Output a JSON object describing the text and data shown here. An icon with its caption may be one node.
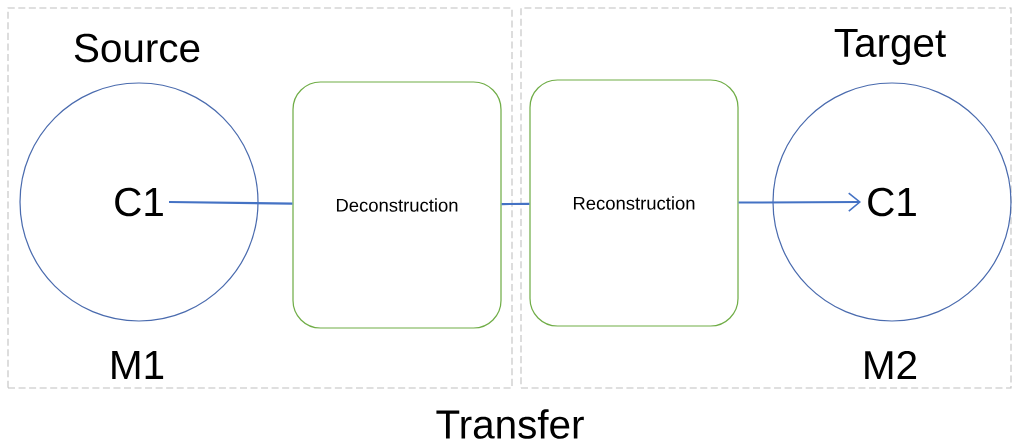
{
  "diagram": {
    "nodes": [
      {
        "text": [
          "Source",
          "M1"
        ]
      },
      {
        "text": [
          "C1"
        ],
        "in": 0
      },
      {
        "text": [
          "Deconstruction"
        ],
        "in": 0
      },
      {
        "text": [
          "Target",
          "M2"
        ]
      },
      {
        "text": [
          "Reconstruction"
        ],
        "in": 3
      },
      {
        "text": [
          "C1"
        ],
        "in": 3
      }
    ],
    "edges": [
      {
        "from": 1,
        "to": 2,
        "arrow": "none"
      },
      {
        "from": 2,
        "to": 4,
        "arrow": "none"
      },
      {
        "from": 4,
        "to": 5,
        "arrow": "to"
      }
    ],
    "labels": [
      "Transfer"
    ]
  }
}
